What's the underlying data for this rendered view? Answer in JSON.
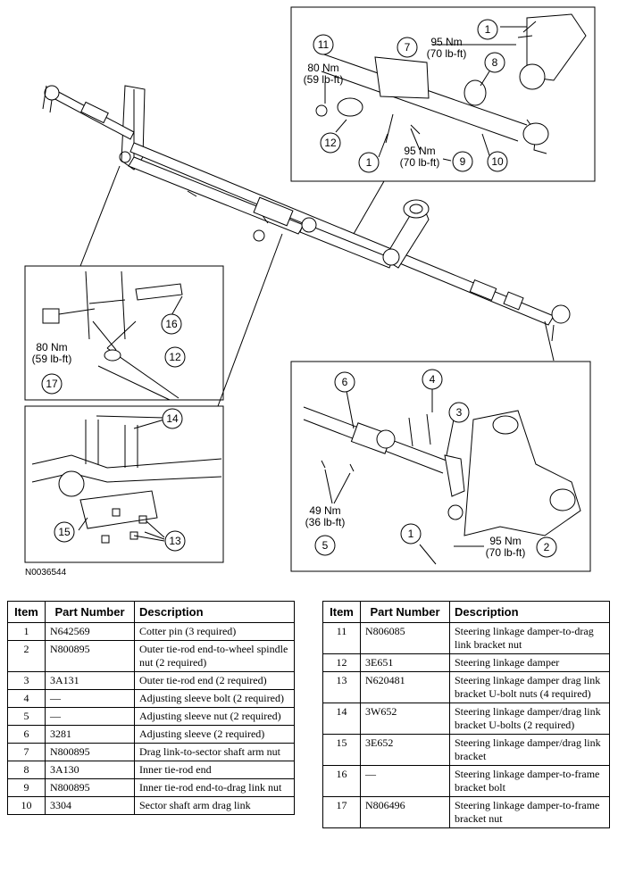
{
  "figure": {
    "id_label": "N0036544",
    "callouts": {
      "c1a": "1",
      "c7": "7",
      "t7a": "95 Nm",
      "t7b": "(70 lb-ft)",
      "c11": "11",
      "t11a": "80 Nm",
      "t11b": "(59 lb-ft)",
      "c8": "8",
      "c12": "12",
      "c1b": "1",
      "t9a": "95 Nm",
      "t9b": "(70 lb-ft)",
      "c9": "9",
      "c10": "10",
      "c16": "16",
      "t17a": "80 Nm",
      "t17b": "(59 lb-ft)",
      "c17": "17",
      "c12b": "12",
      "c14": "14",
      "c15": "15",
      "c13": "13",
      "c6": "6",
      "c4": "4",
      "c3": "3",
      "t5a": "49 Nm",
      "t5b": "(36 lb-ft)",
      "c5": "5",
      "c1c": "1",
      "t2a": "95 Nm",
      "t2b": "(70 lb-ft)",
      "c2": "2"
    }
  },
  "table": {
    "headers": {
      "item": "Item",
      "part": "Part Number",
      "desc": "Description"
    },
    "left": [
      {
        "item": "1",
        "part": "N642569",
        "desc": "Cotter pin (3 required)"
      },
      {
        "item": "2",
        "part": "N800895",
        "desc": "Outer tie-rod end-to-wheel spindle nut (2 required)"
      },
      {
        "item": "3",
        "part": "3A131",
        "desc": "Outer tie-rod end (2 required)"
      },
      {
        "item": "4",
        "part": "—",
        "desc": "Adjusting sleeve bolt (2 required)"
      },
      {
        "item": "5",
        "part": "—",
        "desc": "Adjusting sleeve nut (2 required)"
      },
      {
        "item": "6",
        "part": "3281",
        "desc": "Adjusting sleeve (2 required)"
      },
      {
        "item": "7",
        "part": "N800895",
        "desc": "Drag link-to-sector shaft arm nut"
      },
      {
        "item": "8",
        "part": "3A130",
        "desc": "Inner tie-rod end"
      },
      {
        "item": "9",
        "part": "N800895",
        "desc": "Inner tie-rod end-to-drag link nut"
      },
      {
        "item": "10",
        "part": "3304",
        "desc": "Sector shaft arm drag link"
      }
    ],
    "right": [
      {
        "item": "11",
        "part": "N806085",
        "desc": "Steering linkage damper-to-drag link bracket nut"
      },
      {
        "item": "12",
        "part": "3E651",
        "desc": "Steering linkage damper"
      },
      {
        "item": "13",
        "part": "N620481",
        "desc": "Steering linkage damper drag link bracket U-bolt nuts (4 required)"
      },
      {
        "item": "14",
        "part": "3W652",
        "desc": "Steering linkage damper/drag link bracket U-bolts (2 required)"
      },
      {
        "item": "15",
        "part": "3E652",
        "desc": "Steering linkage damper/drag link bracket"
      },
      {
        "item": "16",
        "part": "—",
        "desc": "Steering linkage damper-to-frame bracket bolt"
      },
      {
        "item": "17",
        "part": "N806496",
        "desc": "Steering linkage damper-to-frame bracket nut"
      }
    ]
  }
}
